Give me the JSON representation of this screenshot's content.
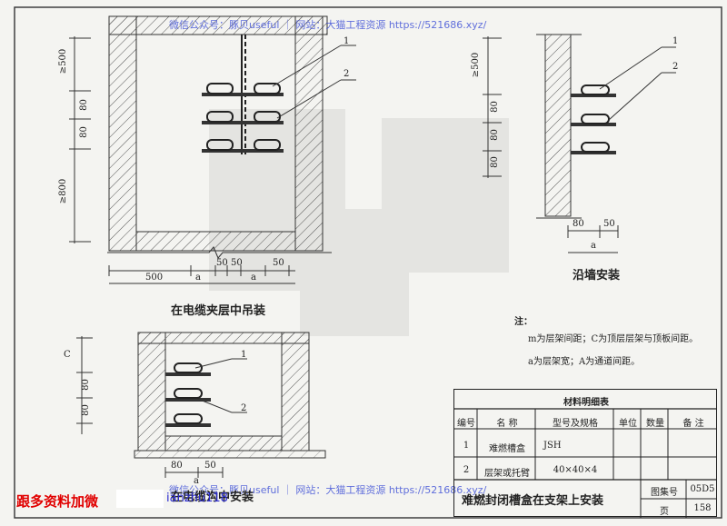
{
  "watermark": {
    "text": "微信公众号：豚贝useful ｜ 网站：大猫工程资源 https://521686.xyz/"
  },
  "views": {
    "cable_mezzanine": {
      "title": "在电缆夹层中吊装",
      "dims_vertical": [
        "≥500",
        "80",
        "80",
        "≥800"
      ],
      "dims_horizontal": [
        "500",
        "a",
        "50",
        "50",
        "a",
        "50"
      ],
      "callouts": [
        "1",
        "2"
      ]
    },
    "wall_mounted": {
      "title": "沿墙安装",
      "dims_vertical": [
        "≥500",
        "80",
        "80",
        "80"
      ],
      "dims_horizontal": [
        "80",
        "50",
        "a"
      ],
      "callouts": [
        "1",
        "2"
      ]
    },
    "trench": {
      "title": "在电缆沟中安装",
      "dims_vertical": [
        "C",
        "80",
        "80"
      ],
      "dims_horizontal": [
        "80",
        "50",
        "a"
      ],
      "callouts": [
        "1",
        "2"
      ]
    }
  },
  "notes": {
    "heading": "注：",
    "line1": "m为层架间距；C为顶层层架与顶板间距。",
    "line2": "a为层架宽；A为通道间距。"
  },
  "materials_table": {
    "title": "材料明细表",
    "headers": [
      "编号",
      "名 称",
      "型号及规格",
      "单位",
      "数量",
      "备 注"
    ],
    "rows": [
      [
        "1",
        "难燃槽盒",
        "JSH",
        "",
        "",
        ""
      ],
      [
        "2",
        "层架或托臂",
        "40×40×4",
        "",
        "",
        ""
      ]
    ]
  },
  "title_block": {
    "title": "难燃封闭槽盒在支架上安装",
    "atlas_label": "图集号",
    "atlas_value": "05D5",
    "page_label": "页",
    "page_value": "158"
  },
  "footer_promo": {
    "red_text": "跟多资料加微",
    "blue_text": "ianzhu118"
  }
}
